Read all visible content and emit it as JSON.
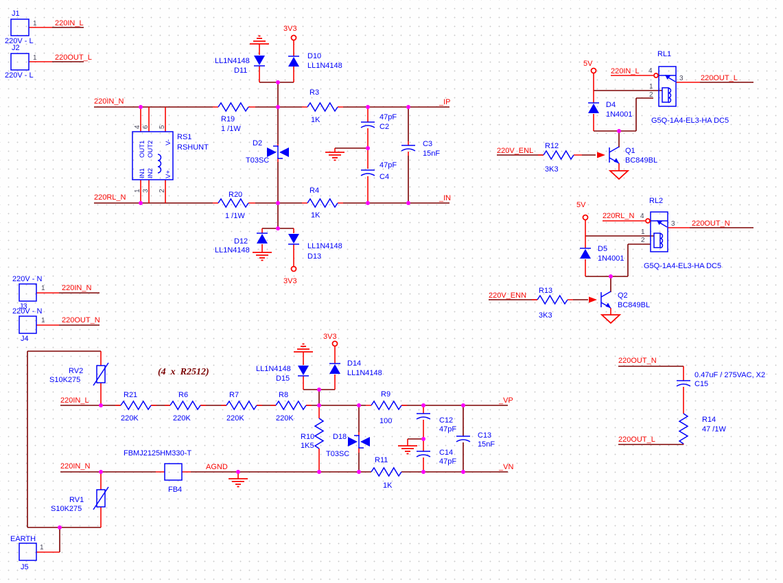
{
  "connectors": {
    "j1": {
      "ref": "J1",
      "value": "220V - L",
      "pin1": "1",
      "net": "220IN_L"
    },
    "j2": {
      "ref": "J2",
      "value": "220V - L",
      "pin1": "1",
      "net": "220OUT_L"
    },
    "j3": {
      "ref": "J3",
      "value": "220V - N",
      "pin1": "1",
      "net": "220IN_N"
    },
    "j4": {
      "ref": "J4",
      "value": "220V - N",
      "pin1": "1",
      "net": "220OUT_N"
    },
    "j5": {
      "ref": "J5",
      "value": "EARTH",
      "pin1": "1"
    }
  },
  "shunt": {
    "ref": "RS1",
    "value": "RSHUNT",
    "pin4": "4",
    "pin6": "6",
    "pin5": "5",
    "pin1": "1",
    "pin3": "3",
    "pin2": "2",
    "out1": "OUT1",
    "out2": "OUT2",
    "in1": "IN1",
    "in2": "IN2",
    "vminus": "V-",
    "vplus": "V+",
    "net_top": "220IN_N",
    "net_bottom": "220RL_N"
  },
  "resistors": {
    "r3": {
      "ref": "R3",
      "value": "1K"
    },
    "r4": {
      "ref": "R4",
      "value": "1K"
    },
    "r6": {
      "ref": "R6",
      "value": "220K"
    },
    "r7": {
      "ref": "R7",
      "value": "220K"
    },
    "r8": {
      "ref": "R8",
      "value": "220K"
    },
    "r9": {
      "ref": "R9",
      "value": "100"
    },
    "r10": {
      "ref": "R10",
      "value": "1K5"
    },
    "r11": {
      "ref": "R11",
      "value": "1K"
    },
    "r12": {
      "ref": "R12",
      "value": "3K3"
    },
    "r13": {
      "ref": "R13",
      "value": "3K3"
    },
    "r14": {
      "ref": "R14",
      "value": "47 /1W"
    },
    "r19": {
      "ref": "R19",
      "value": "1 /1W"
    },
    "r20": {
      "ref": "R20",
      "value": "1 /1W"
    },
    "r21": {
      "ref": "R21",
      "value": "220K"
    }
  },
  "capacitors": {
    "c2": {
      "ref": "C2",
      "value": "47pF"
    },
    "c3": {
      "ref": "C3",
      "value": "15nF"
    },
    "c4": {
      "ref": "C4",
      "value": "47pF"
    },
    "c12": {
      "ref": "C12",
      "value": "47pF"
    },
    "c13": {
      "ref": "C13",
      "value": "15nF"
    },
    "c14": {
      "ref": "C14",
      "value": "47pF"
    },
    "c15": {
      "ref": "C15",
      "value": "0.47uF / 275VAC, X2"
    }
  },
  "diodes": {
    "d2": {
      "ref": "D2",
      "value": "T03SC"
    },
    "d4": {
      "ref": "D4",
      "value": "1N4001"
    },
    "d5": {
      "ref": "D5",
      "value": "1N4001"
    },
    "d10": {
      "ref": "D10",
      "value": "LL1N4148"
    },
    "d11": {
      "ref": "D11",
      "value": "LL1N4148"
    },
    "d12": {
      "ref": "D12",
      "value": "LL1N4148"
    },
    "d13": {
      "ref": "D13",
      "value": "LL1N4148"
    },
    "d14": {
      "ref": "D14",
      "value": "LL1N4148"
    },
    "d15": {
      "ref": "D15",
      "value": "LL1N4148"
    },
    "d18": {
      "ref": "D18",
      "value": "T03SC"
    }
  },
  "transistors": {
    "q1": {
      "ref": "Q1",
      "value": "BC849BL"
    },
    "q2": {
      "ref": "Q2",
      "value": "BC849BL"
    }
  },
  "relays": {
    "rl1": {
      "ref": "RL1",
      "value": "G5Q-1A4-EL3-HA DC5",
      "pin1": "1",
      "pin2": "2",
      "pin3": "3",
      "pin4": "4",
      "net_in": "220IN_L",
      "net_out": "220OUT_L"
    },
    "rl2": {
      "ref": "RL2",
      "value": "G5Q-1A4-EL3-HA DC5",
      "pin1": "1",
      "pin2": "2",
      "pin3": "3",
      "pin4": "4",
      "net_in": "220RL_N",
      "net_out": "220OUT_N"
    }
  },
  "varistors": {
    "rv1": {
      "ref": "RV1",
      "value": "S10K275"
    },
    "rv2": {
      "ref": "RV2",
      "value": "S10K275"
    }
  },
  "ferrite": {
    "ref": "FB4",
    "value": "FBMJ2125HM330-T"
  },
  "nets": {
    "ip": "_IP",
    "in_": "_IN",
    "vp": "_VP",
    "vn": "_VN",
    "agnd": "AGND",
    "in_l": "220IN_L",
    "in_n": "220IN_N",
    "out_n_br": "220OUT_N",
    "out_l_br": "220OUT_L",
    "enl": "220V_ENL",
    "enn": "220V_ENN"
  },
  "power": {
    "v33": "3V3",
    "v5": "5V"
  },
  "annotation": "(4  x  R2512)"
}
